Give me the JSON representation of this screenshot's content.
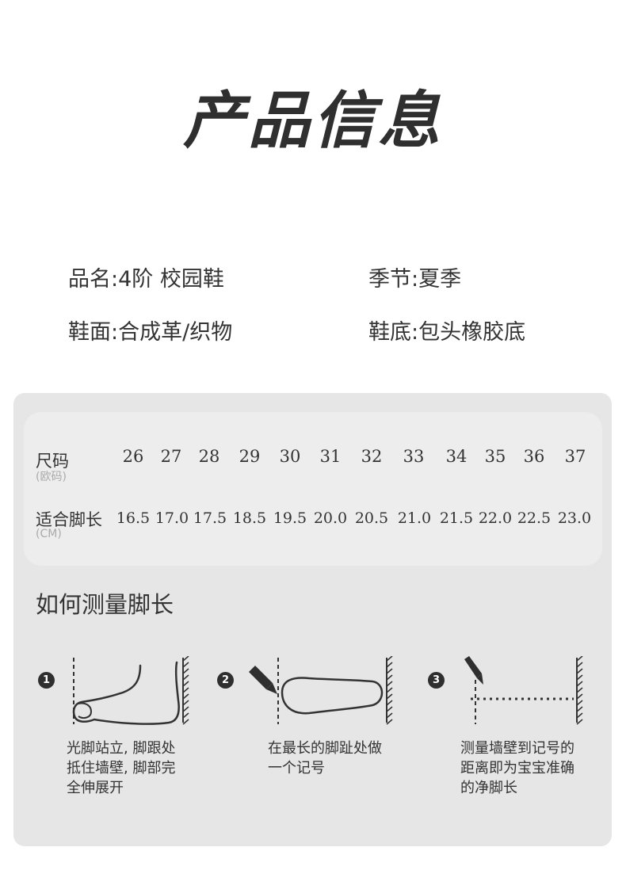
{
  "title": "产品信息",
  "info": {
    "name": "品名:4阶 校园鞋",
    "season": "季节:夏季",
    "upper": "鞋面:合成革/织物",
    "sole": "鞋底:包头橡胶底"
  },
  "size_table": {
    "size_label": "尺码",
    "size_sub": "(欧码)",
    "length_label": "适合脚长",
    "length_sub": "(CM)",
    "sizes": [
      "26",
      "27",
      "28",
      "29",
      "30",
      "31",
      "32",
      "33",
      "34",
      "35",
      "36",
      "37"
    ],
    "lengths": [
      "16.5",
      "17.0",
      "17.5",
      "18.5",
      "19.5",
      "20.0",
      "20.5",
      "21.0",
      "21.5",
      "22.0",
      "22.5",
      "23.0"
    ]
  },
  "measure": {
    "title": "如何测量脚长",
    "steps": [
      {
        "num": "1",
        "lines": [
          "光脚站立, 脚跟处",
          "抵住墙壁, 脚部完",
          "全伸展开"
        ]
      },
      {
        "num": "2",
        "lines": [
          "在最长的脚趾处做",
          "一个记号"
        ]
      },
      {
        "num": "3",
        "lines": [
          "测量墙壁到记号的",
          "距离即为宝宝准确",
          "的净脚长"
        ]
      }
    ]
  },
  "colors": {
    "text": "#333333",
    "panel": "#e6e6e6",
    "card": "#ededed",
    "icon": "#2f2f2f"
  }
}
